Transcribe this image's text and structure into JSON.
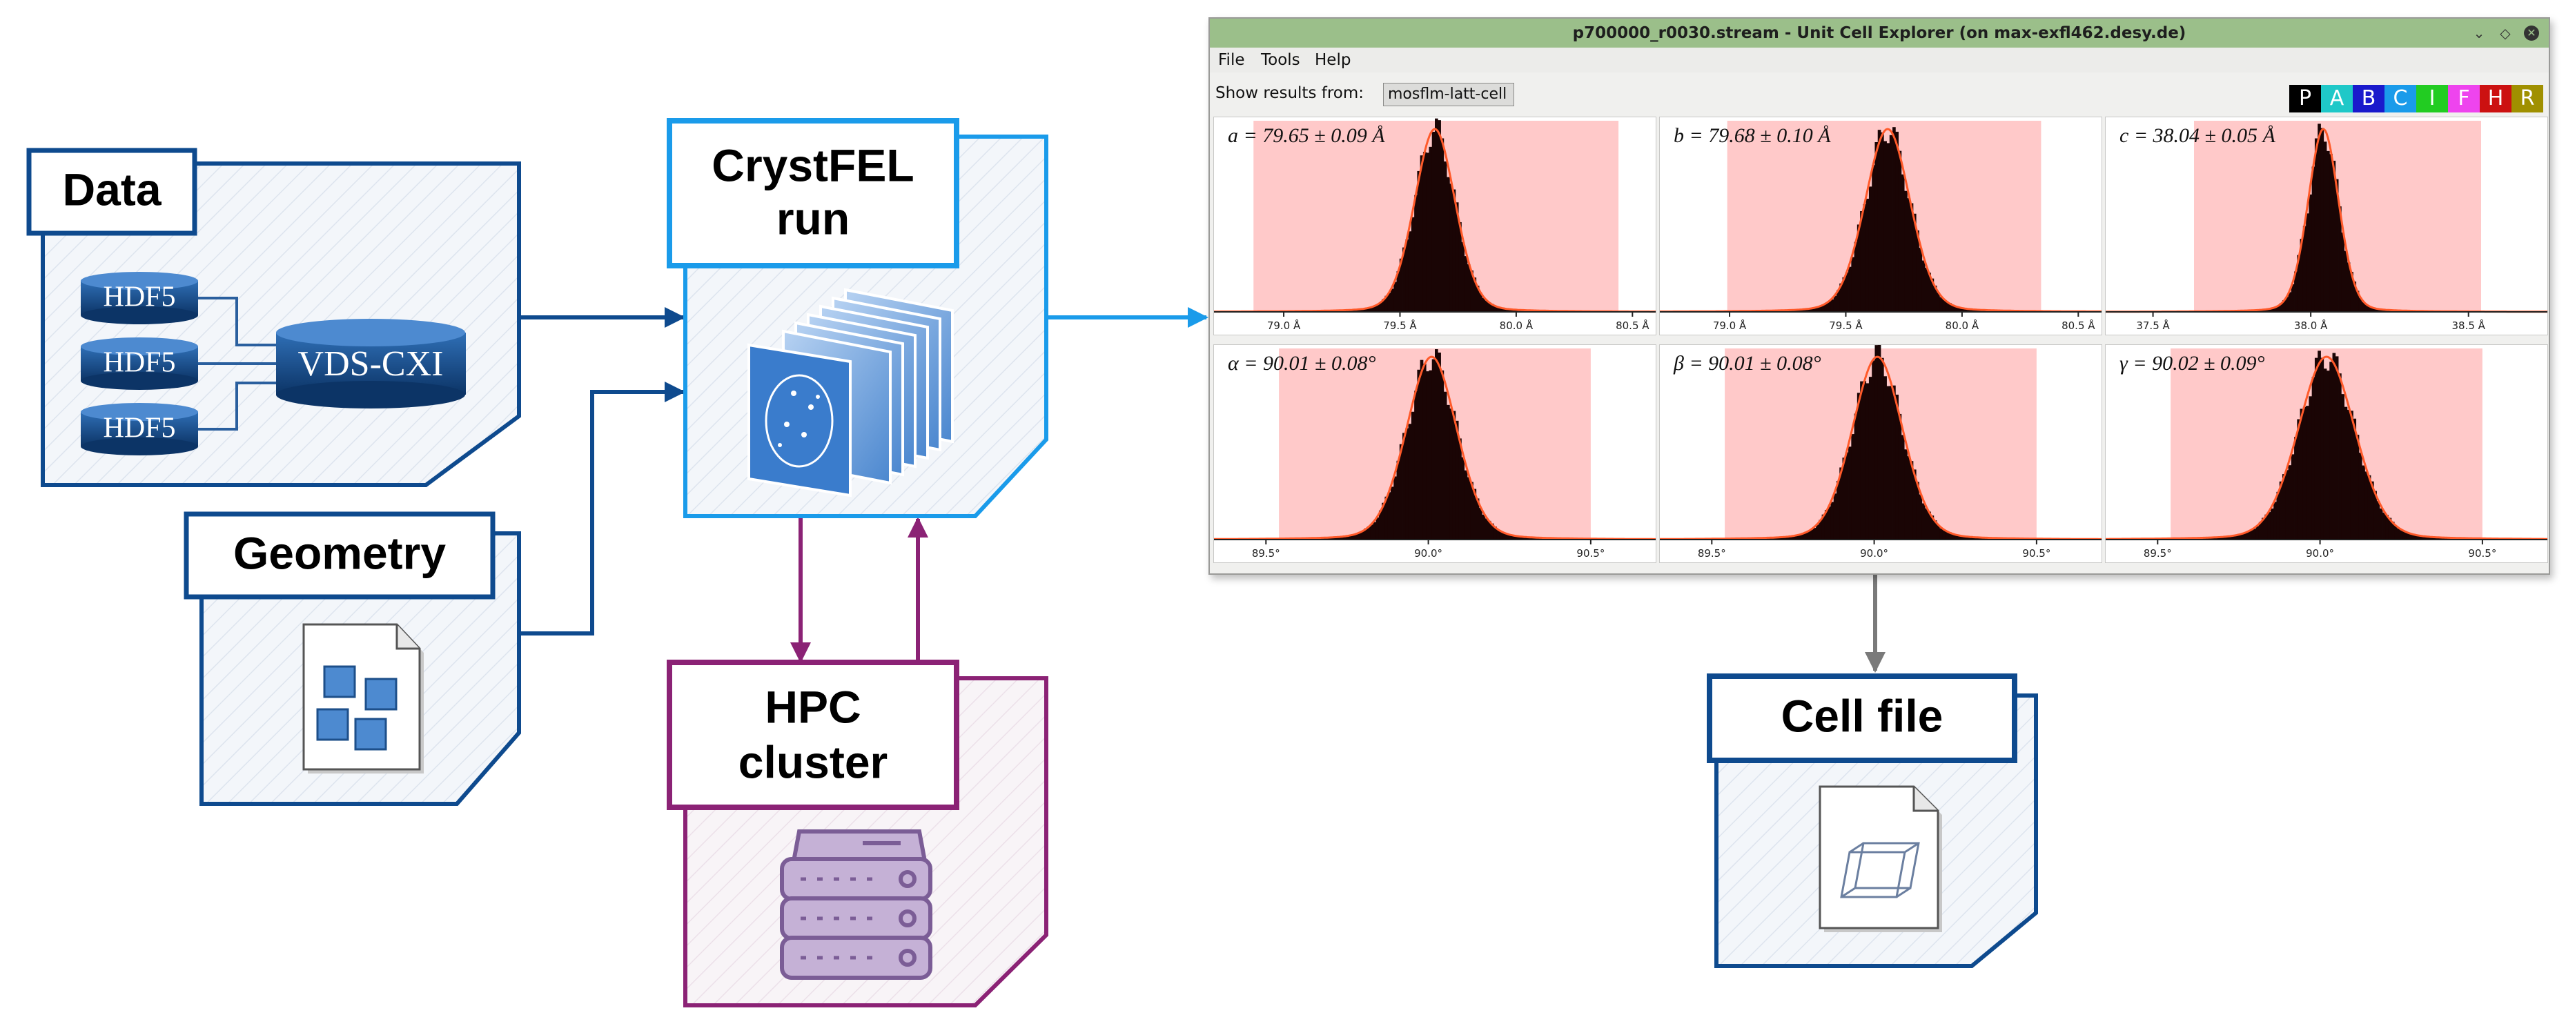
{
  "nodes": {
    "data": {
      "title": "Data",
      "inputs": [
        "HDF5",
        "HDF5",
        "HDF5"
      ],
      "combined": "VDS-CXI"
    },
    "geometry": {
      "title": "Geometry",
      "icon": "geometry-file-icon"
    },
    "crystfel_run": {
      "title_line1": "CrystFEL",
      "title_line2": "run",
      "icon": "diffraction-frames-icon"
    },
    "hpc_cluster": {
      "title_line1": "HPC",
      "title_line2": "cluster",
      "icon": "server-icon"
    },
    "cell_file": {
      "title": "Cell file",
      "icon": "unit-cell-file-icon"
    }
  },
  "colors": {
    "data_blue": "#0e4a8e",
    "crystfel_blue": "#1a9bea",
    "hpc_purple": "#8b2275",
    "arrow_gray": "#7a7a7a",
    "window_titlebar": "#9bbf8a",
    "fit_curve": "#ff5a2a",
    "range_band": "#ffc9c9",
    "histogram": "#1a0505"
  },
  "window": {
    "title": "p700000_r0030.stream - Unit Cell Explorer (on max-exfl462.desy.de)",
    "controls": {
      "minimize": "⌄",
      "maximize": "◇",
      "close": "✕"
    },
    "menu": [
      "File",
      "Tools",
      "Help"
    ],
    "show_results_label": "Show results from:",
    "results_source": "mosflm-latt-cell",
    "cell_type_buttons": [
      {
        "label": "P",
        "color": "#000000"
      },
      {
        "label": "A",
        "color": "#1fc8c8"
      },
      {
        "label": "B",
        "color": "#1a1acc"
      },
      {
        "label": "C",
        "color": "#1a9bea"
      },
      {
        "label": "I",
        "color": "#22cc22"
      },
      {
        "label": "F",
        "color": "#ee44ee"
      },
      {
        "label": "H",
        "color": "#cc1111"
      },
      {
        "label": "R",
        "color": "#a09000"
      }
    ]
  },
  "chart_data": [
    {
      "type": "bar",
      "label": "a = 79.65 ± 0.09 Å",
      "mean": 79.65,
      "sigma": 0.09,
      "xlim": [
        78.7,
        80.6
      ],
      "range": [
        78.87,
        80.44
      ],
      "ticks": [
        79.0,
        79.5,
        80.0,
        80.5
      ],
      "tick_labels": [
        "79.0 Å",
        "79.5 Å",
        "80.0 Å",
        "80.5 Å"
      ]
    },
    {
      "type": "bar",
      "label": "b = 79.68 ± 0.10 Å",
      "mean": 79.68,
      "sigma": 0.1,
      "xlim": [
        78.7,
        80.6
      ],
      "range": [
        78.99,
        80.34
      ],
      "ticks": [
        79.0,
        79.5,
        80.0,
        80.5
      ],
      "tick_labels": [
        "79.0 Å",
        "79.5 Å",
        "80.0 Å",
        "80.5 Å"
      ]
    },
    {
      "type": "bar",
      "label": "c = 38.04 ± 0.05 Å",
      "mean": 38.04,
      "sigma": 0.05,
      "xlim": [
        37.35,
        38.75
      ],
      "range": [
        37.63,
        38.54
      ],
      "ticks": [
        37.5,
        38.0,
        38.5
      ],
      "tick_labels": [
        "37.5 Å",
        "38.0 Å",
        "38.5 Å"
      ]
    },
    {
      "type": "bar",
      "label": "α = 90.01 ± 0.08°",
      "mean": 90.01,
      "sigma": 0.08,
      "xlim": [
        89.34,
        90.7
      ],
      "range": [
        89.54,
        90.5
      ],
      "ticks": [
        89.5,
        90.0,
        90.5
      ],
      "tick_labels": [
        "89.5°",
        "90.0°",
        "90.5°"
      ]
    },
    {
      "type": "bar",
      "label": "β = 90.01 ± 0.08°",
      "mean": 90.01,
      "sigma": 0.08,
      "xlim": [
        89.34,
        90.7
      ],
      "range": [
        89.54,
        90.5
      ],
      "ticks": [
        89.5,
        90.0,
        90.5
      ],
      "tick_labels": [
        "89.5°",
        "90.0°",
        "90.5°"
      ]
    },
    {
      "type": "bar",
      "label": "γ = 90.02 ± 0.09°",
      "mean": 90.02,
      "sigma": 0.09,
      "xlim": [
        89.34,
        90.7
      ],
      "range": [
        89.54,
        90.5
      ],
      "ticks": [
        89.5,
        90.0,
        90.5
      ],
      "tick_labels": [
        "89.5°",
        "90.0°",
        "90.5°"
      ]
    }
  ]
}
